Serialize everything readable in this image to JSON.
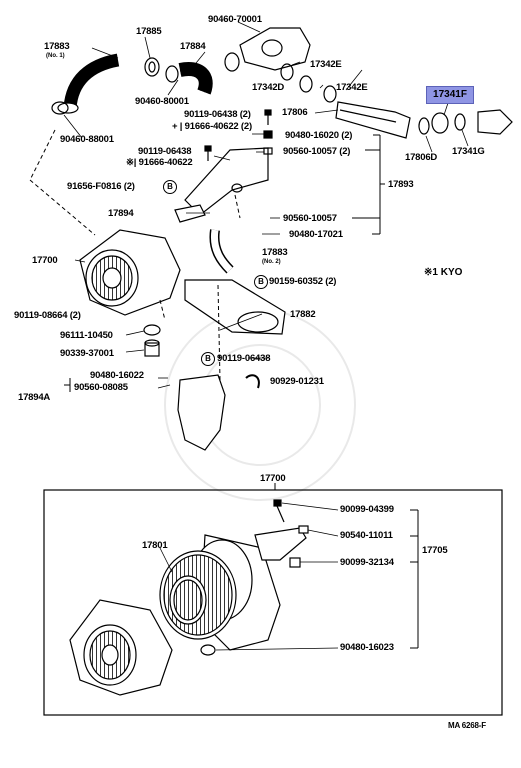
{
  "labels": {
    "p17883_top": "17883",
    "p17883_note": "(No. 1)",
    "p17885": "17885",
    "p17884": "17884",
    "p90460_70001": "90460-70001",
    "p90460_80001": "90460-80001",
    "p17342e_a": "17342E",
    "p17342d": "17342D",
    "p17342e_b": "17342E",
    "p17341f": "17341F",
    "p90460_88001": "90460-88001",
    "p90119_06438_top": "90119-06438 (2)",
    "p91666_40622_top": "+ | 91666-40622 (2)",
    "p17806": "17806",
    "p90480_16020": "90480-16020 (2)",
    "p17806d": "17806D",
    "p17341g": "17341G",
    "p90119_06438_mid": "90119-06438",
    "p91666_40622_mid": "※| 91666-40622",
    "p90560_10057_2": "90560-10057 (2)",
    "p91656_f0816": "91656-F0816 (2)",
    "p17893": "17893",
    "p17894": "17894",
    "p90560_10057": "90560-10057",
    "p90480_17021": "90480-17021",
    "p17700_mid": "17700",
    "p17883_no2": "17883",
    "p17883_no2_note": "(No. 2)",
    "p90159_60352": "90159-60352 (2)",
    "p90119_08664": "90119-08664 (2)",
    "p17882": "17882",
    "p96111_10450": "96111-10450",
    "p90339_37001": "90339-37001",
    "p90119_06438_low": "90119-06438",
    "p90480_16022": "90480-16022",
    "p90560_08085": "90560-08085",
    "p17894a": "17894A",
    "p90929_01231": "90929-01231",
    "kyo_note": "※1 KYO",
    "p17700_box": "17700",
    "p90099_04399": "90099-04399",
    "p17801": "17801",
    "p90540_11011": "90540-11011",
    "p17705": "17705",
    "p90099_32134": "90099-32134",
    "p90480_16023": "90480-16023",
    "figure_code": "MA 6268-F"
  },
  "refs": {
    "b": "B"
  },
  "colors": {
    "highlight": "#8f95e4",
    "ink": "#000000"
  },
  "icons": [
    "hose-icon",
    "bolt-icon",
    "clamp-icon",
    "air-cleaner-icon",
    "filter-element-icon",
    "duct-icon",
    "bracket-icon",
    "grommet-icon"
  ]
}
